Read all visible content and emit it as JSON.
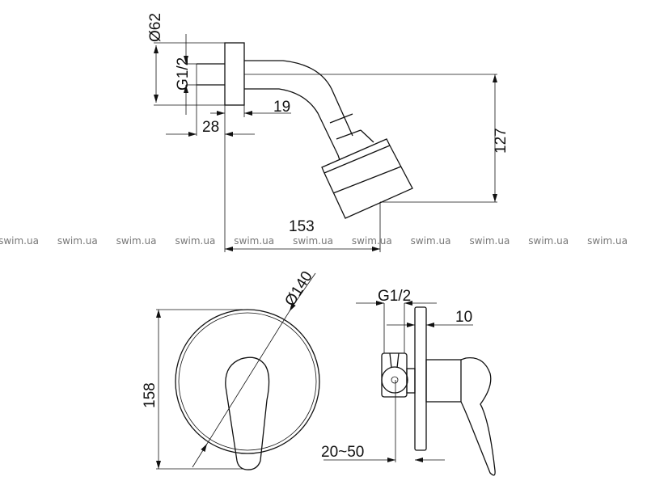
{
  "shower_arm_view": {
    "dim_flange_diameter": "Ø62",
    "dim_thread": "G1/2",
    "dim_flange_depth": "19",
    "dim_thread_length": "28",
    "dim_projection": "153",
    "dim_drop": "127"
  },
  "mixer_front_view": {
    "dim_plate_diameter": "Ø140",
    "dim_height": "158"
  },
  "mixer_side_view": {
    "dim_thread": "G1/2",
    "dim_plate_thickness": "10",
    "dim_wall_depth": "20~50"
  },
  "watermark": {
    "text": "swim.ua",
    "color": "#777777"
  }
}
